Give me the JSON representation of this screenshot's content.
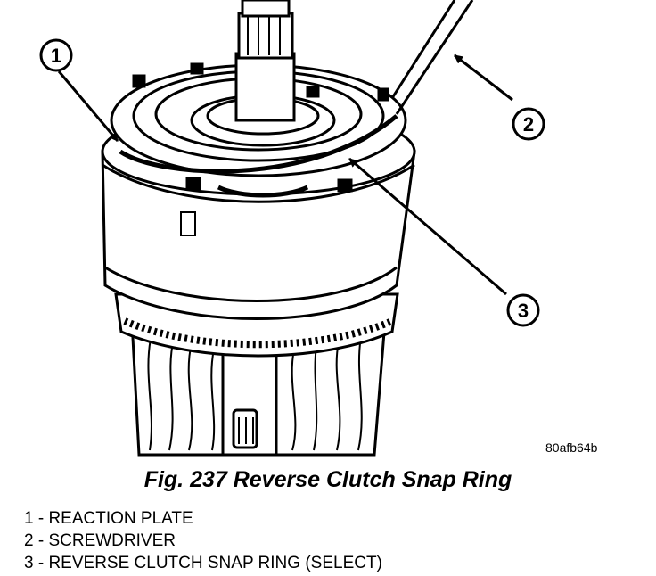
{
  "figure": {
    "caption": "Fig. 237 Reverse Clutch Snap Ring",
    "reference_code": "80afb64b",
    "callouts": [
      {
        "number": "1",
        "label": "REACTION PLATE"
      },
      {
        "number": "2",
        "label": "SCREWDRIVER"
      },
      {
        "number": "3",
        "label": "REVERSE CLUTCH SNAP RING (SELECT)"
      }
    ]
  },
  "legend": {
    "items": [
      "1 - REACTION PLATE",
      "2 - SCREWDRIVER",
      "3 - REVERSE CLUTCH SNAP RING (SELECT)"
    ]
  }
}
